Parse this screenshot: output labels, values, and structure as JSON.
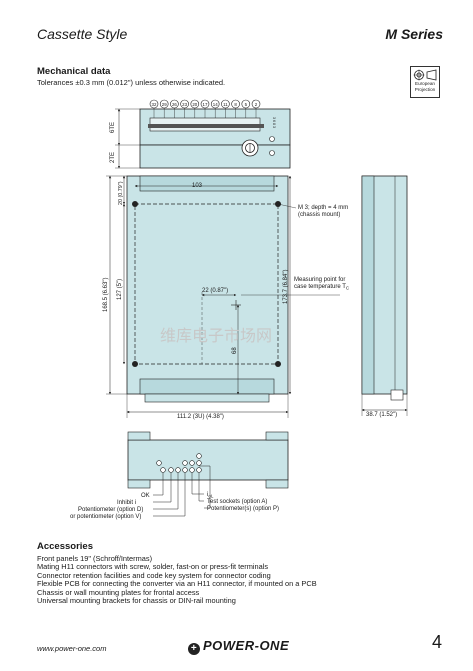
{
  "header": {
    "left": "Cassette Style",
    "right": "M Series"
  },
  "mechanical": {
    "title": "Mechanical data",
    "tolerance": "Tolerances ±0.3 mm (0.012\") unless otherwise indicated.",
    "projection_line1": "European",
    "projection_line2": "Projection"
  },
  "dims": {
    "te6": "6TE",
    "te2": "2TE",
    "d20": "20 (0.79\")",
    "d103": "103",
    "d168": "168.5 (6.63\")",
    "d127": "127 (5\")",
    "d22": "22 (0.87\")",
    "d68": "68",
    "d173": "173.7 (6.84\")",
    "d111": "111.2 (3U) (4.38\")",
    "d38": "38.7 (1.52\")"
  },
  "notes": {
    "m3_line1": "M 3; depth = 4 mm",
    "m3_line2": "(chassis mount)",
    "meas_line1": "Measuring point for",
    "meas_line2": "case temperature T",
    "meas_sub": "C"
  },
  "connector": {
    "pins": [
      "32",
      "29",
      "26",
      "23",
      "20",
      "17",
      "14",
      "11",
      "8",
      "5",
      "2"
    ],
    "side_code": "3 6 8 3"
  },
  "front_labels": {
    "ok": "OK",
    "inhibit": "Inhibit i",
    "pot_d": "Potentiometer (option D)",
    "pot_v": "or potentiometer (option V)",
    "io_i": "i",
    "io_sub": "oL",
    "test": "Test sockets (option A)",
    "pot_p": "Potentiometer(s) (option P)"
  },
  "accessories": {
    "title": "Accessories",
    "items": [
      "Front panels 19\" (Schroff/Intermas)",
      "Mating H11 connectors with screw, solder, fast-on or press-fit terminals",
      "Connector retention facilities and code key system for connector coding",
      "Flexible PCB for connecting the converter via an H11 connector, if mounted on a PCB",
      "Chassis or wall mounting plates for frontal access",
      "Universal mounting brackets for chassis or DIN-rail mounting"
    ]
  },
  "footer": {
    "url": "www.power-one.com",
    "brand": "POWER-ONE",
    "page": "4"
  },
  "watermark": "维库电子市场网",
  "colors": {
    "fill": "#c9e4e7",
    "line": "#222222"
  }
}
